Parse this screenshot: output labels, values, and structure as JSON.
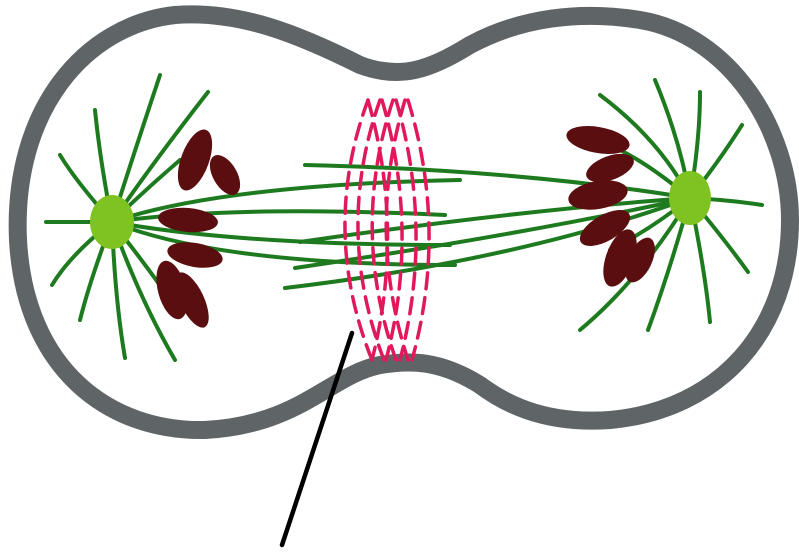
{
  "diagram": {
    "subject": "cell-in-late-anaphase-telophase",
    "labels": [],
    "colors": {
      "membrane": "#5f6566",
      "spindle_fiber": "#1e7a1e",
      "centrosome": "#7ec321",
      "chromosome": "#5a0e10",
      "contractile_ring": "#e0195a",
      "pointer_line": "#000000",
      "background": "#ffffff"
    },
    "parts": [
      "cell-membrane",
      "left-centrosome",
      "right-centrosome",
      "left-aster",
      "right-aster",
      "spindle-microtubules",
      "left-chromosome-set",
      "right-chromosome-set",
      "contractile-ring",
      "label-pointer-line"
    ]
  }
}
